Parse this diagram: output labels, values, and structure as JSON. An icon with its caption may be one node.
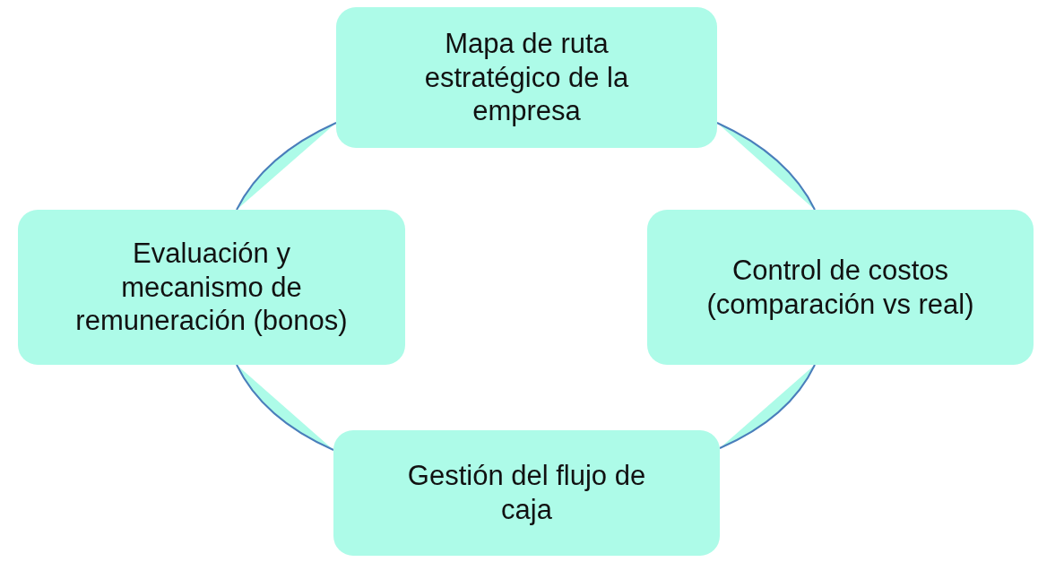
{
  "diagram": {
    "nodes": [
      {
        "text": [
          "Mapa de ruta estratégico de la empresa"
        ]
      },
      {
        "text": [
          "Evaluación y mecanismo de remuneración (bonos)"
        ]
      },
      {
        "text": [
          "Control de costos (comparación vs real)"
        ]
      },
      {
        "text": [
          "Gestión del flujo de caja"
        ]
      }
    ],
    "edges": [
      {
        "from": 0,
        "to": 2,
        "arrow": "none"
      },
      {
        "from": 2,
        "to": 3,
        "arrow": "none"
      },
      {
        "from": 3,
        "to": 1,
        "arrow": "none"
      },
      {
        "from": 1,
        "to": 0,
        "arrow": "none"
      }
    ]
  }
}
